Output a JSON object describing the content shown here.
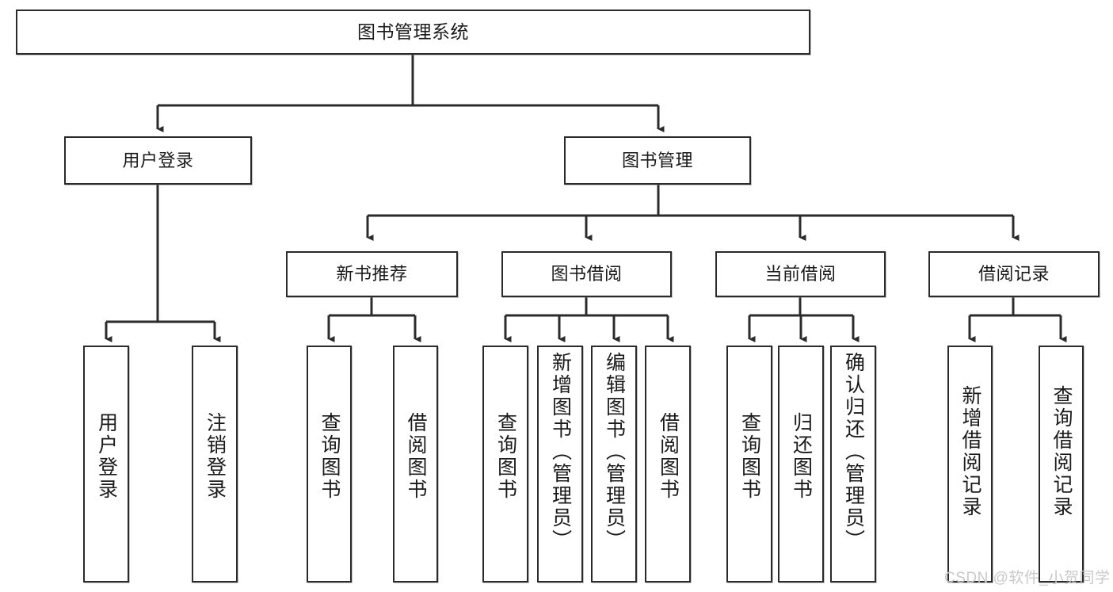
{
  "diagram": {
    "title": "图书管理系统",
    "type": "tree-hierarchy-chart",
    "watermark": "CSDN @软件_小贺同学",
    "stroke_color": "#2b2b2b",
    "fill_color": "#ffffff",
    "text_color": "#1a1a1a",
    "watermark_color": "#c9c9c9"
  },
  "nodes": {
    "root": {
      "label": "图书管理系统"
    },
    "level2": [
      {
        "label": "用户登录"
      },
      {
        "label": "图书管理"
      }
    ],
    "level3": [
      {
        "label": "新书推荐"
      },
      {
        "label": "图书借阅"
      },
      {
        "label": "当前借阅"
      },
      {
        "label": "借阅记录"
      }
    ],
    "leaves_user_login": [
      {
        "label": "用户登录"
      },
      {
        "label": "注销登录"
      }
    ],
    "leaves_new_book": [
      {
        "label": "查询图书"
      },
      {
        "label": "借阅图书"
      }
    ],
    "leaves_borrow": [
      {
        "label": "查询图书"
      },
      {
        "label": "新增图书（管理员）"
      },
      {
        "label": "编辑图书（管理员）"
      },
      {
        "label": "借阅图书"
      }
    ],
    "leaves_current": [
      {
        "label": "查询图书"
      },
      {
        "label": "归还图书"
      },
      {
        "label": "确认归还（管理员）"
      }
    ],
    "leaves_record": [
      {
        "label": "新增借阅记录"
      },
      {
        "label": "查询借阅记录"
      }
    ]
  }
}
